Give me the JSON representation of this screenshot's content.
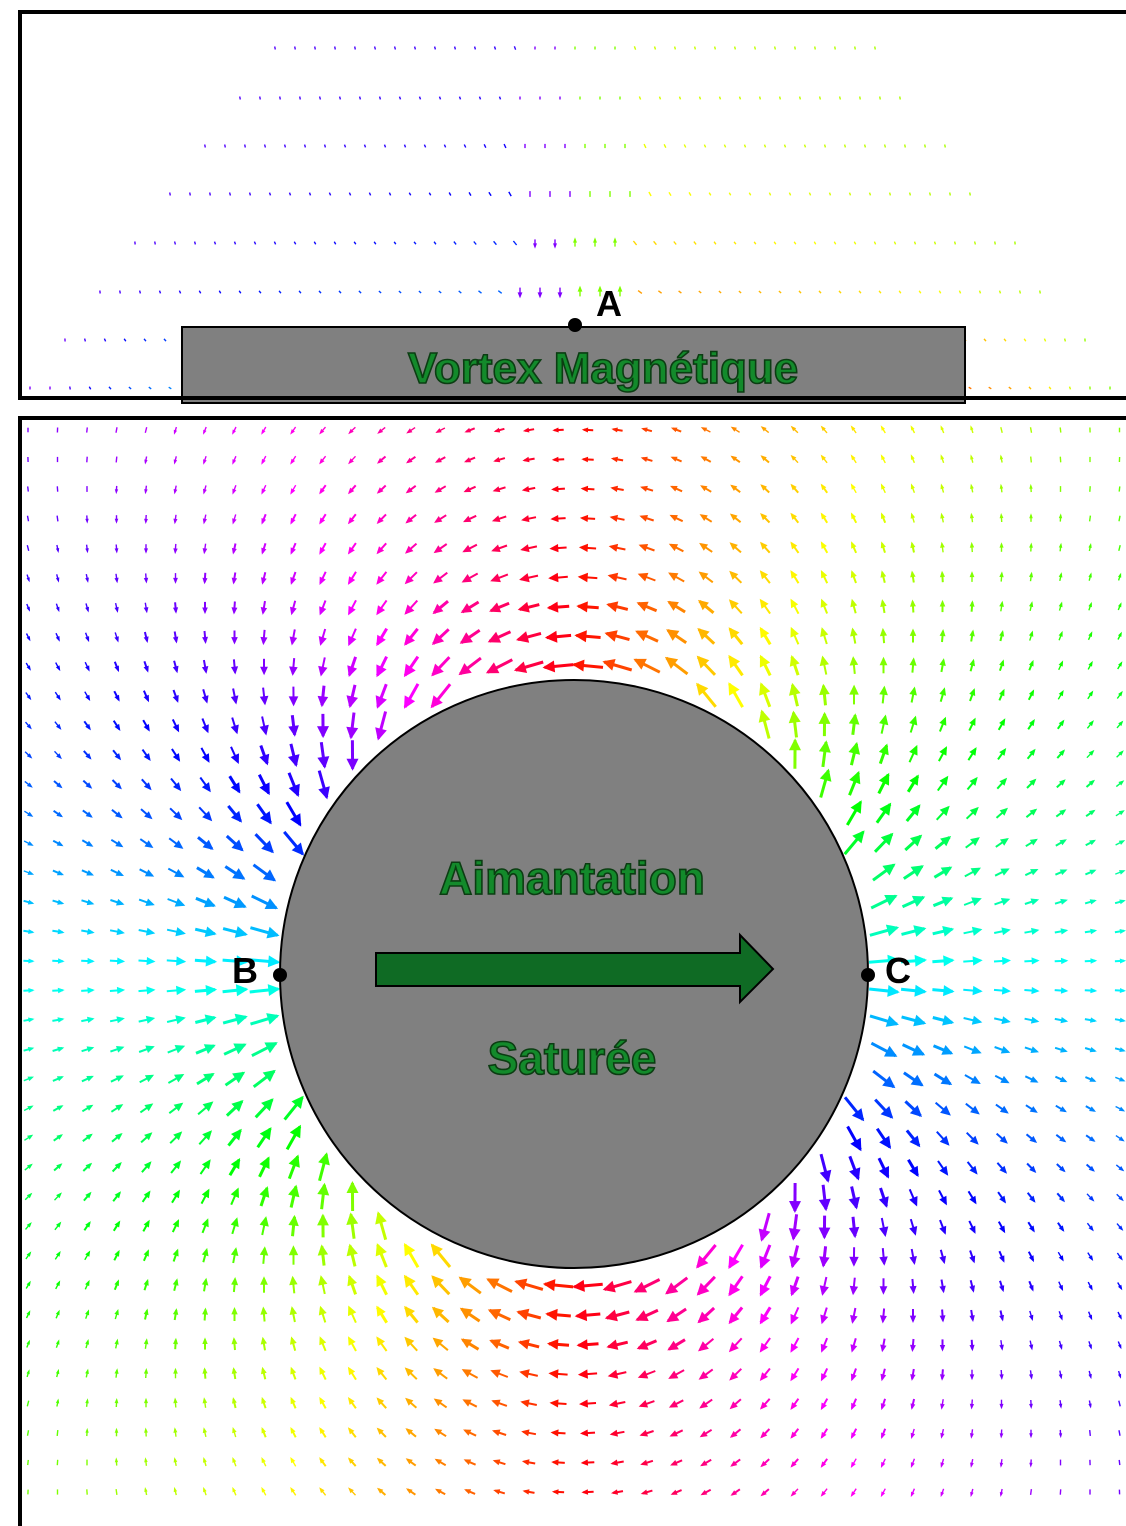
{
  "top_panel": {
    "object_label": "Vortex Magnétique",
    "point_label": "A"
  },
  "bottom_panel": {
    "object_label_top": "Aimantation",
    "object_label_bottom": "Saturée",
    "point_left_label": "B",
    "point_right_label": "C"
  },
  "colors": {
    "object_fill": "#808080",
    "label_fill": "#138a2b",
    "label_stroke": "#0b3d12",
    "arrow_fill": "#0f6b24",
    "frame": "#000000"
  },
  "icons": {
    "field_vectors": "rainbow-hue-arrows",
    "magnetization_arrow": "right-arrow-icon"
  }
}
